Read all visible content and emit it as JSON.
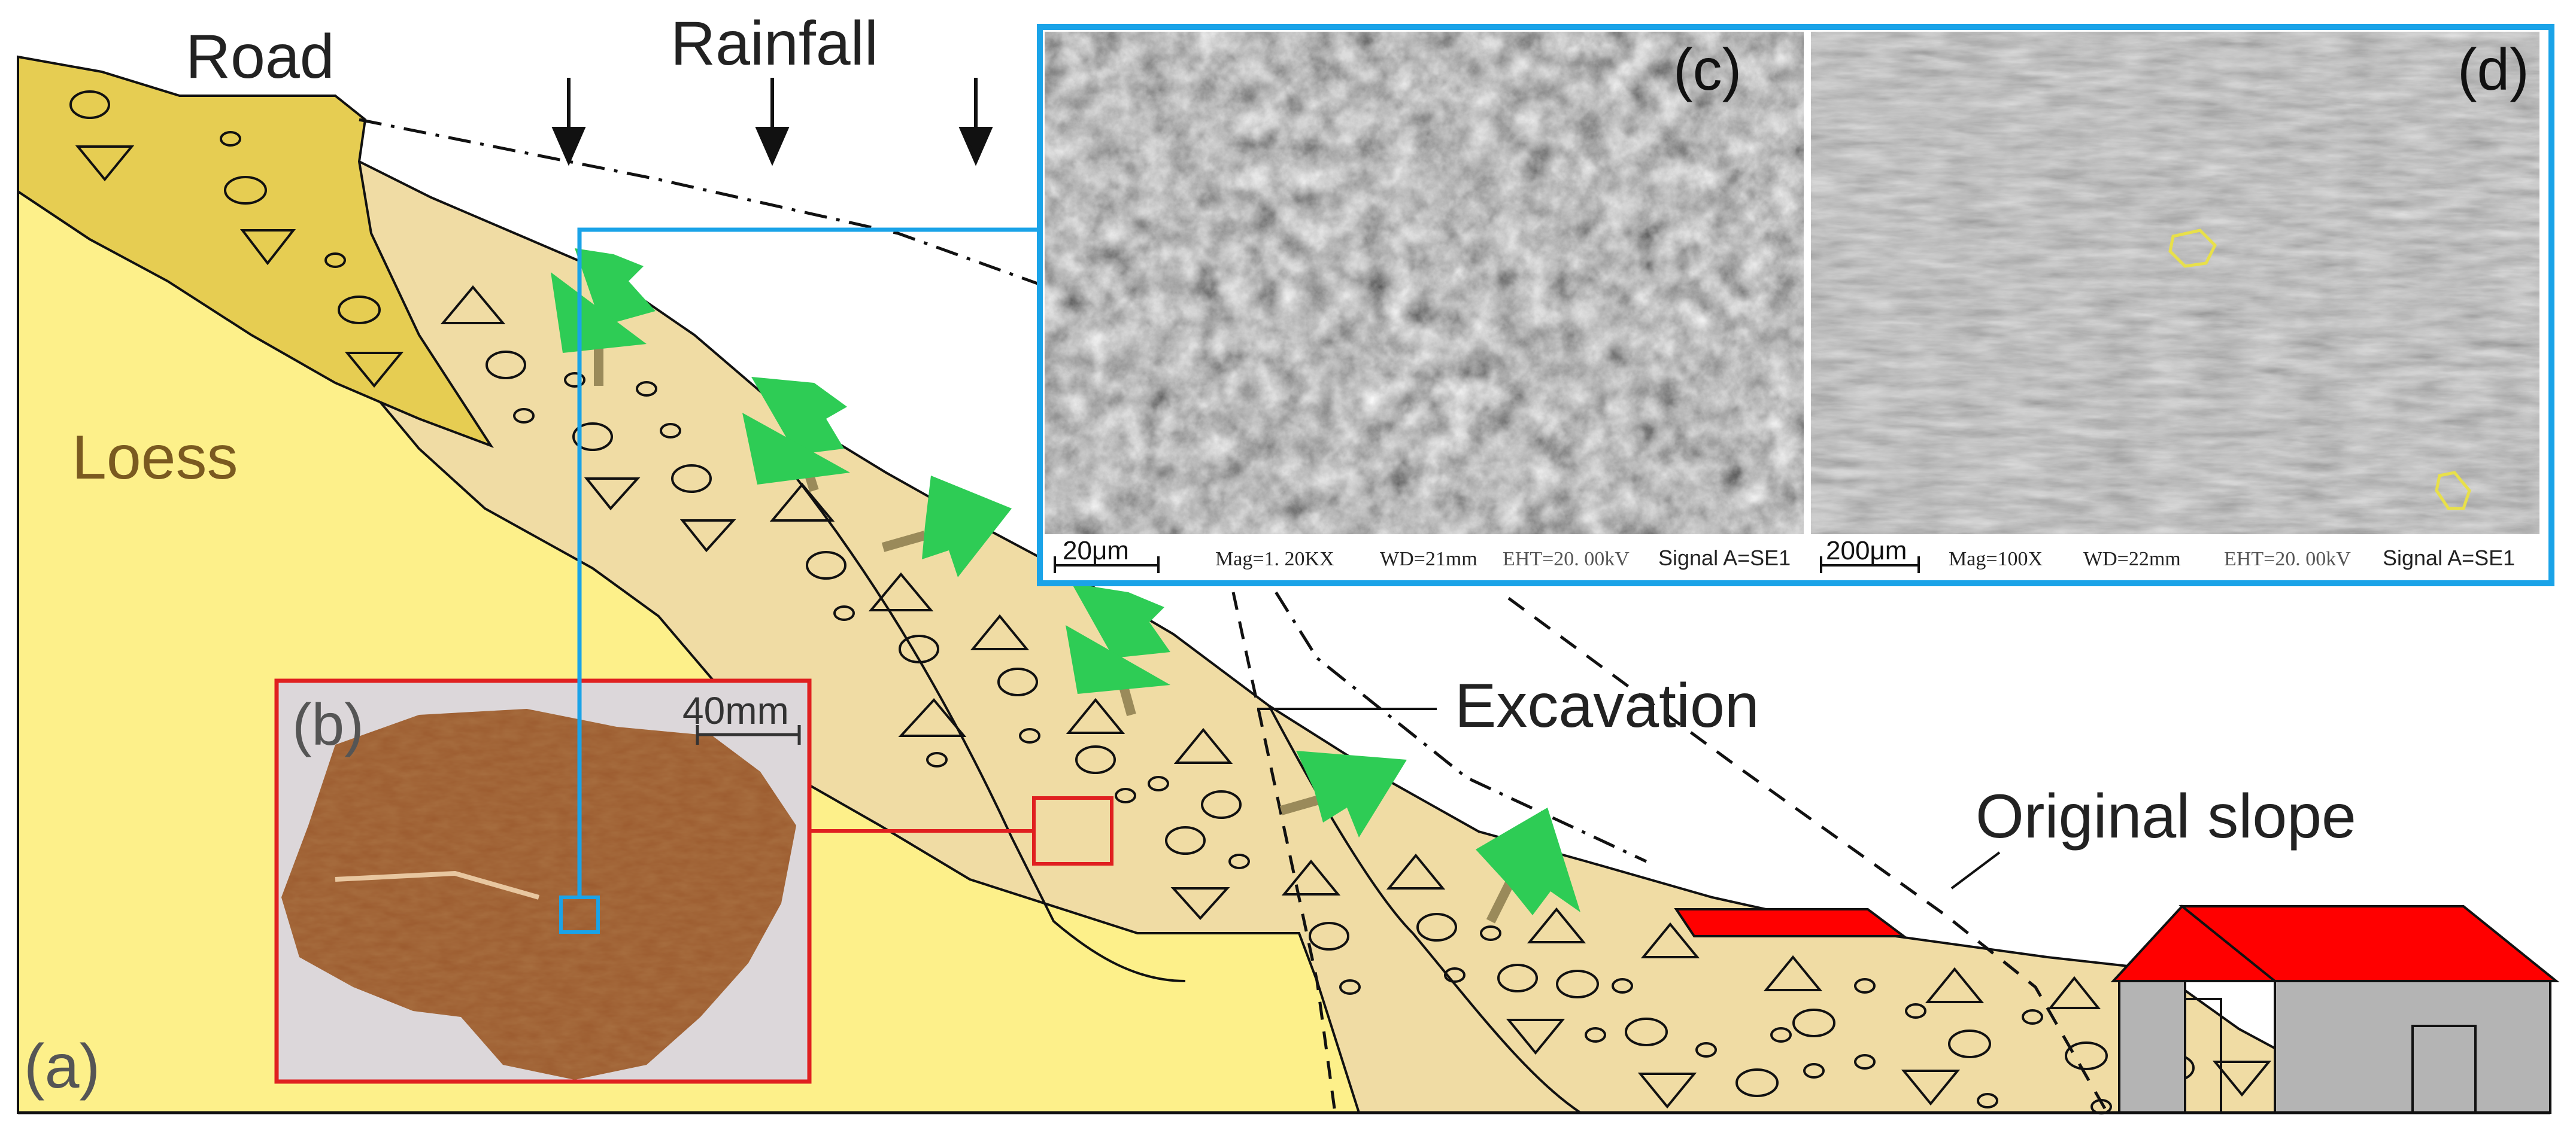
{
  "figure": {
    "labels": {
      "road": "Road",
      "rainfall": "Rainfall",
      "loess": "Loess",
      "excavation": "Excavation",
      "original_slope": "Original slope",
      "panel_a": "(a)",
      "panel_b": "(b)",
      "panel_c": "(c)",
      "panel_d": "(d)",
      "scale_b": "40mm"
    },
    "sem_c": {
      "scale": "20μm",
      "mag": "Mag=1. 20KX",
      "wd": "WD=21mm",
      "eht": "EHT=20. 00kV",
      "signal": "Signal A=SE1"
    },
    "sem_d": {
      "scale": "200μm",
      "mag": "Mag=100X",
      "wd": "WD=22mm",
      "eht": "EHT=20. 00kV",
      "signal": "Signal A=SE1"
    },
    "colors": {
      "loess": "#fdf08a",
      "fill_deposit": "#f0dca4",
      "upper_deposit": "#e6cd52",
      "tree": "#2ecc55",
      "trunk": "#9a8a5a",
      "roof": "#ff0000",
      "house": "#b4b4b4",
      "sem_border": "#1aa3e8",
      "sample_border": "#e02020",
      "rock": "#9b5a2e"
    }
  }
}
